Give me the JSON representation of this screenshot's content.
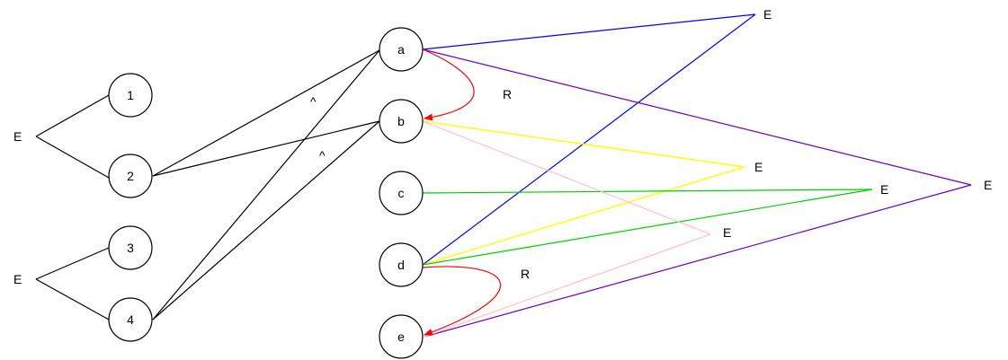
{
  "diagram": {
    "nodes": [
      {
        "id": "n1",
        "label": "1"
      },
      {
        "id": "n2",
        "label": "2"
      },
      {
        "id": "n3",
        "label": "3"
      },
      {
        "id": "n4",
        "label": "4"
      },
      {
        "id": "a",
        "label": "a"
      },
      {
        "id": "b",
        "label": "b"
      },
      {
        "id": "c",
        "label": "c"
      },
      {
        "id": "d",
        "label": "d"
      },
      {
        "id": "e",
        "label": "e"
      }
    ],
    "labels": {
      "left_e_top": "E",
      "left_e_bottom": "E",
      "caret_a": "^",
      "caret_b": "^",
      "r_top": "R",
      "r_bottom": "R",
      "e_blue": "E",
      "e_yellow": "E",
      "e_green": "E",
      "e_pink": "E",
      "e_purple": "E"
    },
    "colors": {
      "black": "#000000",
      "red": "#ff0000",
      "blue": "#0000ff",
      "purple": "#6a00b8",
      "yellow": "#ffff00",
      "green": "#00cc00",
      "pink": "#ffc0cb"
    }
  }
}
